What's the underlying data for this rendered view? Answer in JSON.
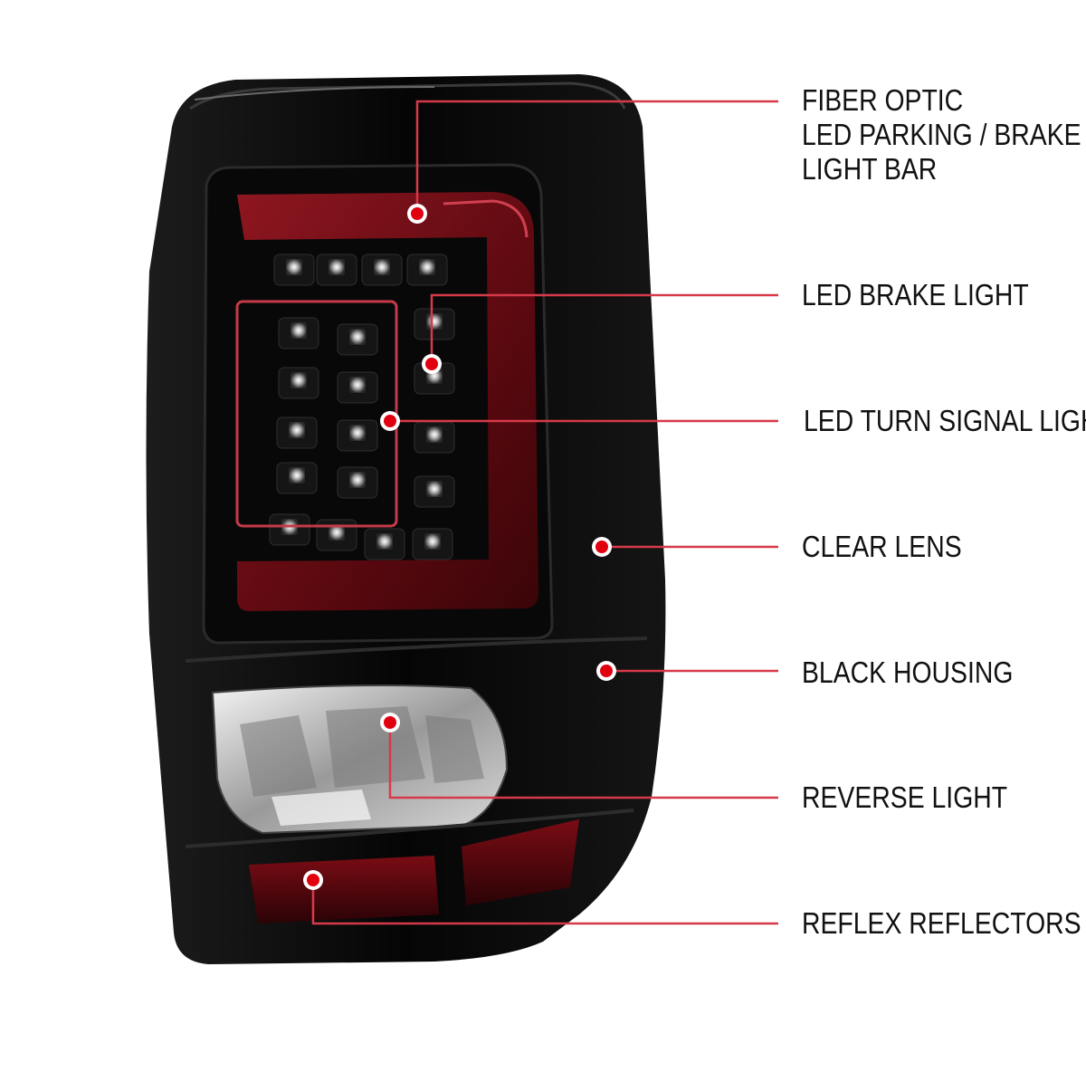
{
  "colors": {
    "callout_line": "#d63a4a",
    "callout_dot": "#e00010",
    "housing": "#0b0b0b",
    "light_bar": "#7a0c14",
    "reflector": "#6a0a10",
    "label_text": "#111111"
  },
  "callouts": [
    {
      "id": "fiber-optic",
      "lines": [
        "FIBER OPTIC",
        "LED PARKING / BRAKE",
        "LIGHT BAR"
      ]
    },
    {
      "id": "led-brake",
      "lines": [
        "LED BRAKE LIGHT"
      ]
    },
    {
      "id": "led-turn",
      "lines": [
        "LED TURN SIGNAL LIGHT"
      ]
    },
    {
      "id": "clear-lens",
      "lines": [
        "CLEAR LENS"
      ]
    },
    {
      "id": "black-housing",
      "lines": [
        "BLACK HOUSING"
      ]
    },
    {
      "id": "reverse-light",
      "lines": [
        "REVERSE LIGHT"
      ]
    },
    {
      "id": "reflex-reflectors",
      "lines": [
        "REFLEX REFLECTORS"
      ]
    }
  ]
}
